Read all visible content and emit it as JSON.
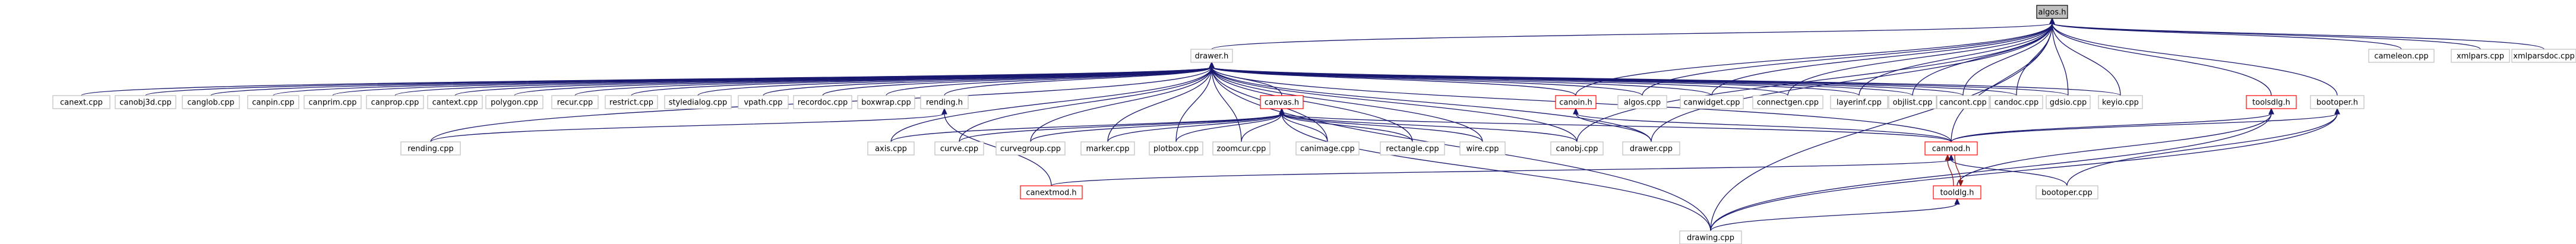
{
  "graph": {
    "colors": {
      "edge": "#191970",
      "edge_red": "#8b1a1a",
      "node_border": "#bfbfbf",
      "node_border_red": "#ff0000",
      "root_fill": "#bfbfbf"
    },
    "nodes": [
      {
        "id": "algos_h",
        "label": "algos.h",
        "style": "root"
      },
      {
        "id": "drawer_h",
        "label": "drawer.h",
        "style": "normal"
      },
      {
        "id": "cameleon_cpp",
        "label": "cameleon.cpp",
        "style": "normal"
      },
      {
        "id": "xmlpars_cpp",
        "label": "xmlpars.cpp",
        "style": "normal"
      },
      {
        "id": "xmlparsdoc_cpp",
        "label": "xmlparsdoc.cpp",
        "style": "normal"
      },
      {
        "id": "canext_cpp",
        "label": "canext.cpp",
        "style": "normal"
      },
      {
        "id": "canobj3d_cpp",
        "label": "canobj3d.cpp",
        "style": "normal"
      },
      {
        "id": "canglob_cpp",
        "label": "canglob.cpp",
        "style": "normal"
      },
      {
        "id": "canpin_cpp",
        "label": "canpin.cpp",
        "style": "normal"
      },
      {
        "id": "canprim_cpp",
        "label": "canprim.cpp",
        "style": "normal"
      },
      {
        "id": "canprop_cpp",
        "label": "canprop.cpp",
        "style": "normal"
      },
      {
        "id": "cantext_cpp",
        "label": "cantext.cpp",
        "style": "normal"
      },
      {
        "id": "polygon_cpp",
        "label": "polygon.cpp",
        "style": "normal"
      },
      {
        "id": "recur_cpp",
        "label": "recur.cpp",
        "style": "normal"
      },
      {
        "id": "restrict_cpp",
        "label": "restrict.cpp",
        "style": "normal"
      },
      {
        "id": "styledialog_cpp",
        "label": "styledialog.cpp",
        "style": "normal"
      },
      {
        "id": "vpath_cpp",
        "label": "vpath.cpp",
        "style": "normal"
      },
      {
        "id": "recordoc_cpp",
        "label": "recordoc.cpp",
        "style": "normal"
      },
      {
        "id": "boxwrap_cpp",
        "label": "boxwrap.cpp",
        "style": "normal"
      },
      {
        "id": "rending_h",
        "label": "rending.h",
        "style": "normal"
      },
      {
        "id": "canvas_h",
        "label": "canvas.h",
        "style": "red"
      },
      {
        "id": "canoin_h",
        "label": "canoin.h",
        "style": "red"
      },
      {
        "id": "algos_cpp",
        "label": "algos.cpp",
        "style": "normal"
      },
      {
        "id": "canwidget_cpp",
        "label": "canwidget.cpp",
        "style": "normal"
      },
      {
        "id": "connectgen_cpp",
        "label": "connectgen.cpp",
        "style": "normal"
      },
      {
        "id": "layerinf_cpp",
        "label": "layerinf.cpp",
        "style": "normal"
      },
      {
        "id": "objlist_cpp",
        "label": "objlist.cpp",
        "style": "normal"
      },
      {
        "id": "cancont_cpp",
        "label": "cancont.cpp",
        "style": "normal"
      },
      {
        "id": "candoc_cpp",
        "label": "candoc.cpp",
        "style": "normal"
      },
      {
        "id": "gdsio_cpp",
        "label": "gdsio.cpp",
        "style": "normal"
      },
      {
        "id": "keyio_cpp",
        "label": "keyio.cpp",
        "style": "normal"
      },
      {
        "id": "toolsdlg_h",
        "label": "toolsdlg.h",
        "style": "red"
      },
      {
        "id": "bootoper_h",
        "label": "bootoper.h",
        "style": "normal"
      },
      {
        "id": "rending_cpp",
        "label": "rending.cpp",
        "style": "normal"
      },
      {
        "id": "axis_cpp",
        "label": "axis.cpp",
        "style": "normal"
      },
      {
        "id": "curve_cpp",
        "label": "curve.cpp",
        "style": "normal"
      },
      {
        "id": "curvegroup_cpp",
        "label": "curvegroup.cpp",
        "style": "normal"
      },
      {
        "id": "marker_cpp",
        "label": "marker.cpp",
        "style": "normal"
      },
      {
        "id": "plotbox_cpp",
        "label": "plotbox.cpp",
        "style": "normal"
      },
      {
        "id": "zoomcur_cpp",
        "label": "zoomcur.cpp",
        "style": "normal"
      },
      {
        "id": "canimage_cpp",
        "label": "canimage.cpp",
        "style": "normal"
      },
      {
        "id": "rectangle_cpp",
        "label": "rectangle.cpp",
        "style": "normal"
      },
      {
        "id": "wire_cpp",
        "label": "wire.cpp",
        "style": "normal"
      },
      {
        "id": "canobj_cpp",
        "label": "canobj.cpp",
        "style": "normal"
      },
      {
        "id": "drawer_cpp",
        "label": "drawer.cpp",
        "style": "normal"
      },
      {
        "id": "canmod_h",
        "label": "canmod.h",
        "style": "red"
      },
      {
        "id": "canextmod_h",
        "label": "canextmod.h",
        "style": "red"
      },
      {
        "id": "tooldlg_h",
        "label": "tooldlg.h",
        "style": "red"
      },
      {
        "id": "bootoper_cpp",
        "label": "bootoper.cpp",
        "style": "normal"
      },
      {
        "id": "drawing_cpp",
        "label": "drawing.cpp",
        "style": "normal"
      }
    ]
  }
}
